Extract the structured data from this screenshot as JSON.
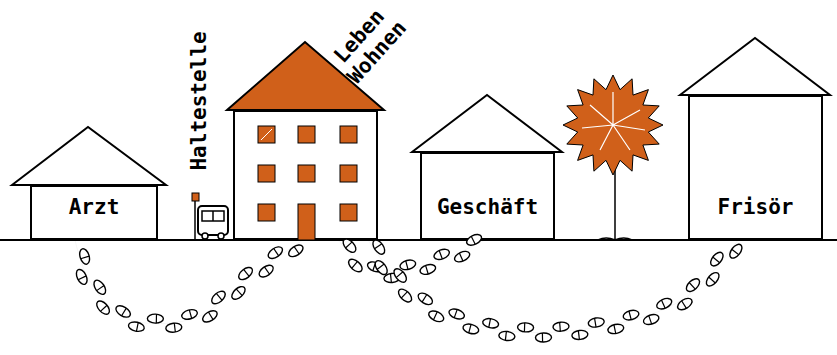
{
  "diagram": {
    "nodes": [
      {
        "text": [
          "Arzt"
        ]
      },
      {
        "text": [
          "Haltestelle"
        ]
      },
      {
        "text": [
          "Leben Wohnen"
        ]
      },
      {
        "text": [
          "Geschäft"
        ]
      },
      {
        "text": [
          "Frisör"
        ]
      }
    ],
    "edges": [
      {
        "from": 2,
        "to": 0,
        "arrow": "none"
      },
      {
        "from": 2,
        "to": 3,
        "arrow": "none"
      },
      {
        "from": 2,
        "to": 4,
        "arrow": "none"
      }
    ]
  }
}
